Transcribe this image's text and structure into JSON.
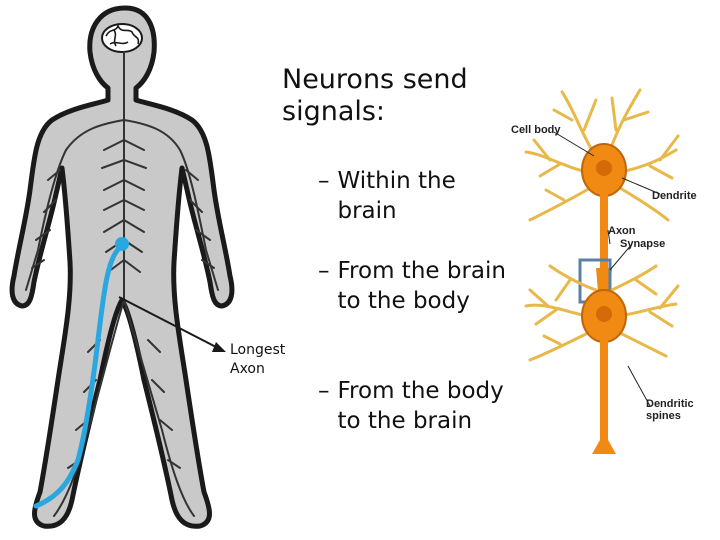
{
  "title": "Neurons send signals:",
  "bullets": [
    {
      "dash": "–",
      "text": "Within the brain"
    },
    {
      "dash": "–",
      "text": "From the brain to the body"
    },
    {
      "dash": "–",
      "text": "From the body to the brain"
    }
  ],
  "axon_label": "Longest Axon",
  "neuron_labels": {
    "cell_body": "Cell body",
    "dendrite": "Dendrite",
    "axon": "Axon",
    "synapse": "Synapse",
    "dendritic_spines": "Dendritic spines"
  },
  "colors": {
    "body_fill": "#c9c9c9",
    "body_outline": "#1a1a1a",
    "nerve": "#333333",
    "axon_highlight": "#2aa7df",
    "neuron_soma": "#f08a12",
    "neuron_dendrite": "#f0c040",
    "synapse_box": "#5a7fa8"
  }
}
